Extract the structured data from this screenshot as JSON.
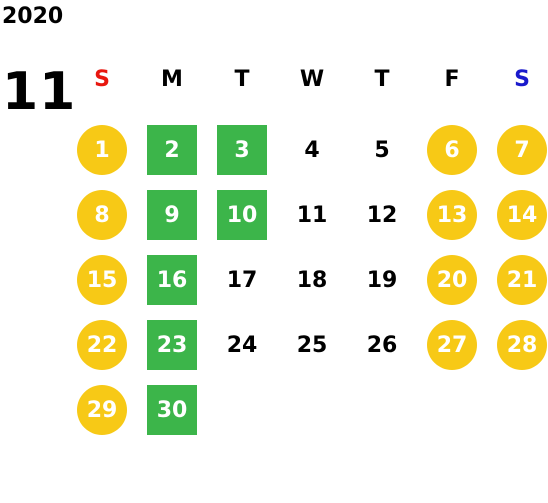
{
  "calendar": {
    "year": "2020",
    "month": "11",
    "weekdays": [
      {
        "label": "S",
        "color": "#e8170f"
      },
      {
        "label": "M",
        "color": "#000000"
      },
      {
        "label": "T",
        "color": "#000000"
      },
      {
        "label": "W",
        "color": "#000000"
      },
      {
        "label": "T",
        "color": "#000000"
      },
      {
        "label": "F",
        "color": "#000000"
      },
      {
        "label": "S",
        "color": "#1a1acc"
      }
    ],
    "colors": {
      "weekend_circle": "#f7c916",
      "highlight_square": "#3cb54a"
    },
    "days": [
      {
        "label": "1",
        "style": "weekend"
      },
      {
        "label": "2",
        "style": "work"
      },
      {
        "label": "3",
        "style": "work"
      },
      {
        "label": "4",
        "style": "normal"
      },
      {
        "label": "5",
        "style": "normal"
      },
      {
        "label": "6",
        "style": "weekend"
      },
      {
        "label": "7",
        "style": "weekend"
      },
      {
        "label": "8",
        "style": "weekend"
      },
      {
        "label": "9",
        "style": "work"
      },
      {
        "label": "10",
        "style": "work"
      },
      {
        "label": "11",
        "style": "normal"
      },
      {
        "label": "12",
        "style": "normal"
      },
      {
        "label": "13",
        "style": "weekend"
      },
      {
        "label": "14",
        "style": "weekend"
      },
      {
        "label": "15",
        "style": "weekend"
      },
      {
        "label": "16",
        "style": "work"
      },
      {
        "label": "17",
        "style": "normal"
      },
      {
        "label": "18",
        "style": "normal"
      },
      {
        "label": "19",
        "style": "normal"
      },
      {
        "label": "20",
        "style": "weekend"
      },
      {
        "label": "21",
        "style": "weekend"
      },
      {
        "label": "22",
        "style": "weekend"
      },
      {
        "label": "23",
        "style": "work"
      },
      {
        "label": "24",
        "style": "normal"
      },
      {
        "label": "25",
        "style": "normal"
      },
      {
        "label": "26",
        "style": "normal"
      },
      {
        "label": "27",
        "style": "weekend"
      },
      {
        "label": "28",
        "style": "weekend"
      },
      {
        "label": "29",
        "style": "weekend"
      },
      {
        "label": "30",
        "style": "work"
      }
    ]
  }
}
